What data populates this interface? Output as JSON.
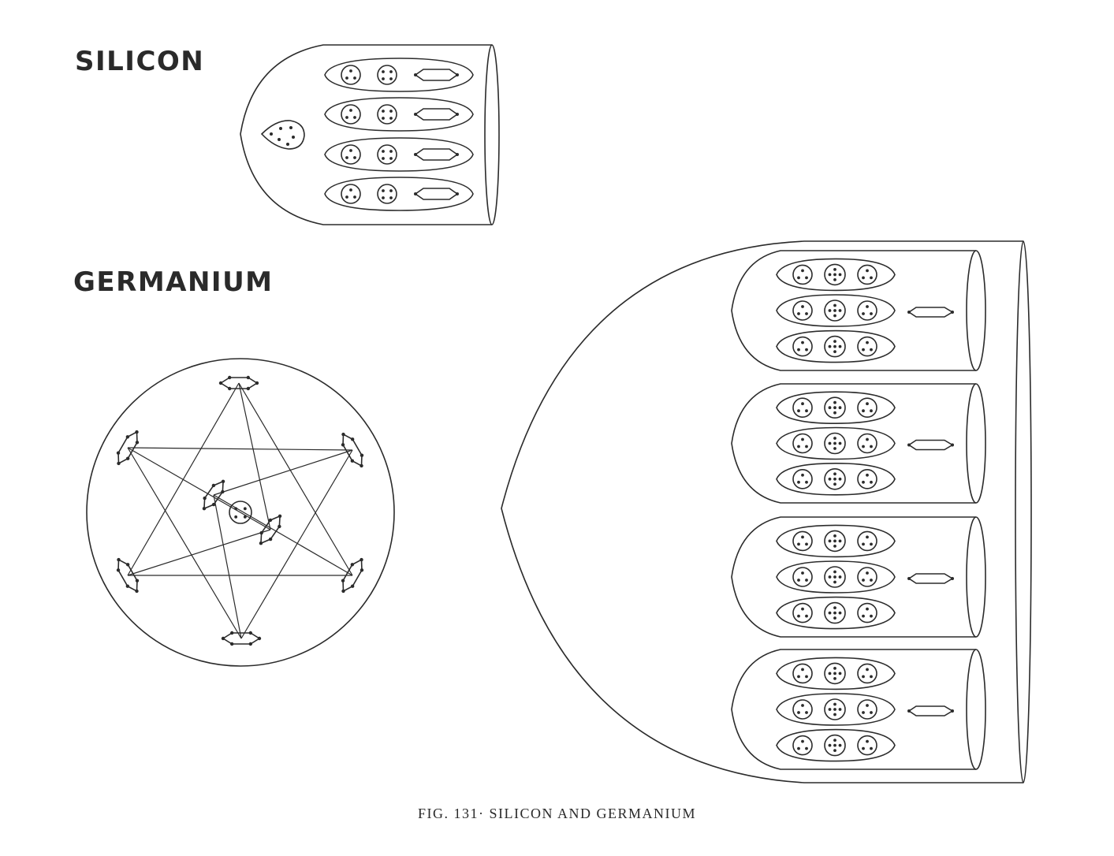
{
  "figure": {
    "titles": {
      "silicon": "SILICON",
      "germanium": "GERMANIUM"
    },
    "caption": "FIG. 131· SILICON AND GERMANIUM"
  }
}
